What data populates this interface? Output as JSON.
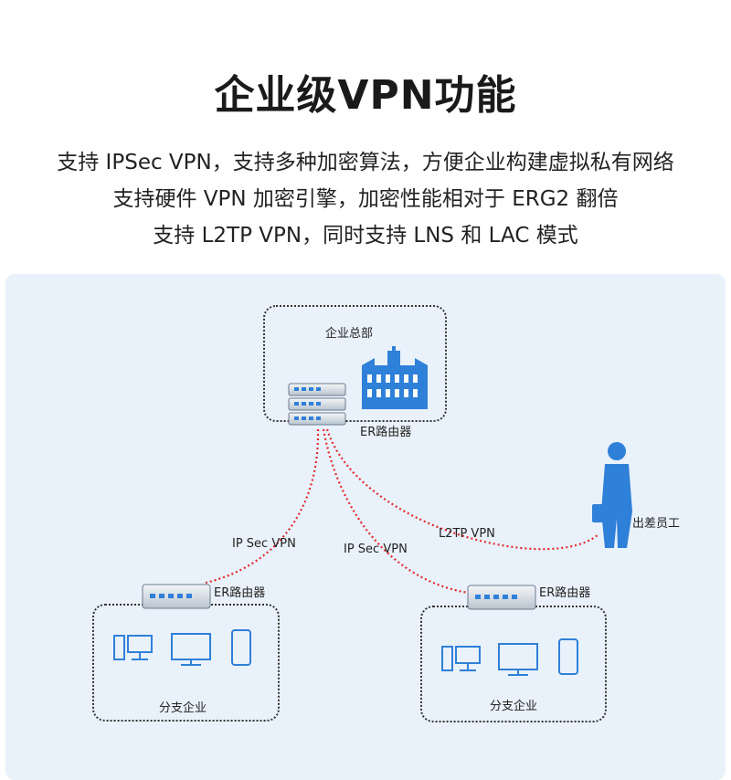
{
  "header": {
    "title": "企业级VPN功能",
    "lines": [
      "支持 IPSec VPN，支持多种加密算法，方便企业构建虚拟私有网络",
      "支持硬件 VPN 加密引擎，加密性能相对于 ERG2 翻倍",
      "支持 L2TP VPN，同时支持 LNS 和 LAC 模式"
    ]
  },
  "diagram": {
    "hq_label": "企业总部",
    "hq_router_label": "ER路由器",
    "branch1_router_label": "ER路由器",
    "branch2_router_label": "ER路由器",
    "branch1_label": "分支企业",
    "branch2_label": "分支企业",
    "employee_label": "出差员工",
    "link1_label": "IP Sec VPN",
    "link2_label": "IP Sec VPN",
    "link3_label": "L2TP VPN"
  },
  "colors": {
    "icon_blue": "#2f80d8",
    "vpn_line": "#e02a2a",
    "panel_bg": "#e9f1fa"
  }
}
